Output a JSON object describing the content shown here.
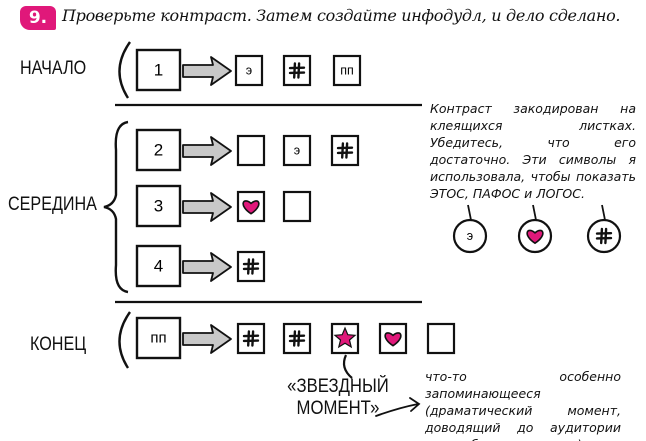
{
  "header": {
    "step_number": "9.",
    "title": "Проверьте контраст. Затем создайте инфодудл, и дело сделано."
  },
  "colors": {
    "accent": "#e0187a",
    "arrow_fill": "#c8c8c8",
    "ink": "#111111"
  },
  "sections": {
    "start": {
      "label": "НАЧАЛО",
      "rows": [
        {
          "number": "1",
          "symbols": [
            "э",
            "#",
            "пп"
          ]
        }
      ]
    },
    "middle": {
      "label": "СЕРЕДИНА",
      "rows": [
        {
          "number": "2",
          "symbols": [
            "",
            "э",
            "#"
          ]
        },
        {
          "number": "3",
          "symbols": [
            "heart-icon",
            ""
          ]
        },
        {
          "number": "4",
          "symbols": [
            "#"
          ]
        }
      ]
    },
    "end": {
      "label": "КОНЕЦ",
      "rows": [
        {
          "number": "пп",
          "symbols": [
            "#",
            "#",
            "star-icon",
            "heart-icon",
            ""
          ]
        }
      ]
    }
  },
  "legend": {
    "note": "Контраст закодирован на клеящихся листках. Убедитесь, что его достаточно. Эти символы я использовала, чтобы показать ЭТОС, ПАФОС и ЛОГОС.",
    "symbols": [
      "э",
      "heart-icon",
      "#"
    ]
  },
  "callout": {
    "label_line1": "«ЗВЕЗДНЫЙ",
    "label_line2": "МОМЕНТ»",
    "description": "что-то особенно запоминающееся (драматический момент, доводящий до аудитории вашу «большую идею»)"
  }
}
